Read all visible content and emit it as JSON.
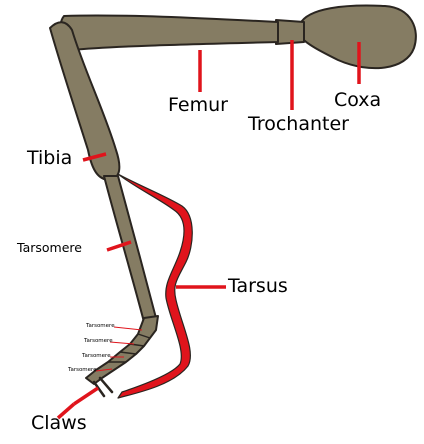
{
  "colors": {
    "leg": "#857c63",
    "outline": "#2a2520",
    "pointer": "#e0141c",
    "tarsus": "#e0141c"
  },
  "labels": {
    "coxa": "Coxa",
    "trochanter": "Trochanter",
    "femur": "Femur",
    "tibia": "Tibia",
    "tarsomere": "Tarsomere",
    "tarsus": "Tarsus",
    "claws": "Claws",
    "small_tarsomeres": [
      "Tarsomere",
      "Tarsomere",
      "Tarsomere",
      "Tarsomere"
    ]
  }
}
